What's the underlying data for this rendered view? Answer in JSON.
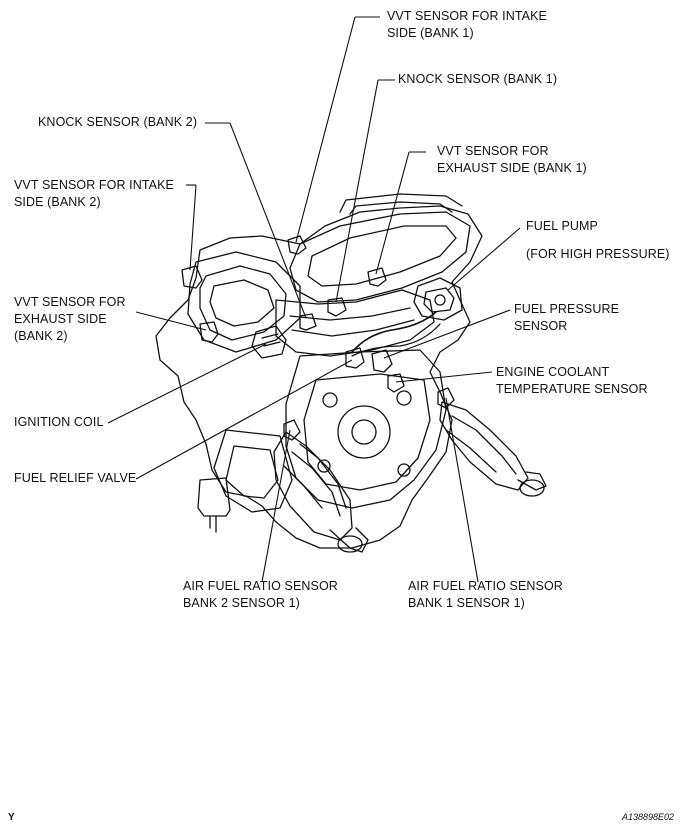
{
  "labels": {
    "vvt_intake_bank1": [
      "VVT SENSOR FOR INTAKE",
      "SIDE (BANK 1)"
    ],
    "knock_bank1": [
      "KNOCK SENSOR (BANK 1)"
    ],
    "knock_bank2": [
      "KNOCK SENSOR (BANK 2)"
    ],
    "vvt_exhaust_bank1": [
      "VVT SENSOR FOR",
      "EXHAUST SIDE (BANK 1)"
    ],
    "vvt_intake_bank2": [
      "VVT SENSOR FOR INTAKE",
      "SIDE (BANK 2)"
    ],
    "fuel_pump": [
      "FUEL PUMP"
    ],
    "fuel_pump_sub": [
      "(FOR HIGH PRESSURE)"
    ],
    "vvt_exhaust_bank2": [
      "VVT SENSOR FOR",
      "EXHAUST SIDE",
      "(BANK 2)"
    ],
    "fuel_pressure_sensor": [
      "FUEL PRESSURE",
      "SENSOR"
    ],
    "engine_coolant": [
      "ENGINE COOLANT",
      "TEMPERATURE SENSOR"
    ],
    "ignition_coil": [
      "IGNITION COIL"
    ],
    "fuel_relief_valve": [
      "FUEL RELIEF VALVE"
    ],
    "af_sensor_bank2": [
      "AIR FUEL RATIO SENSOR",
      "BANK 2 SENSOR 1)"
    ],
    "af_sensor_bank1": [
      "AIR FUEL RATIO SENSOR",
      "BANK 1 SENSOR 1)"
    ]
  },
  "footer": {
    "left_mark": "Y",
    "figure_code": "A138898E02"
  },
  "colors": {
    "ink": "#111111",
    "background": "#ffffff"
  }
}
